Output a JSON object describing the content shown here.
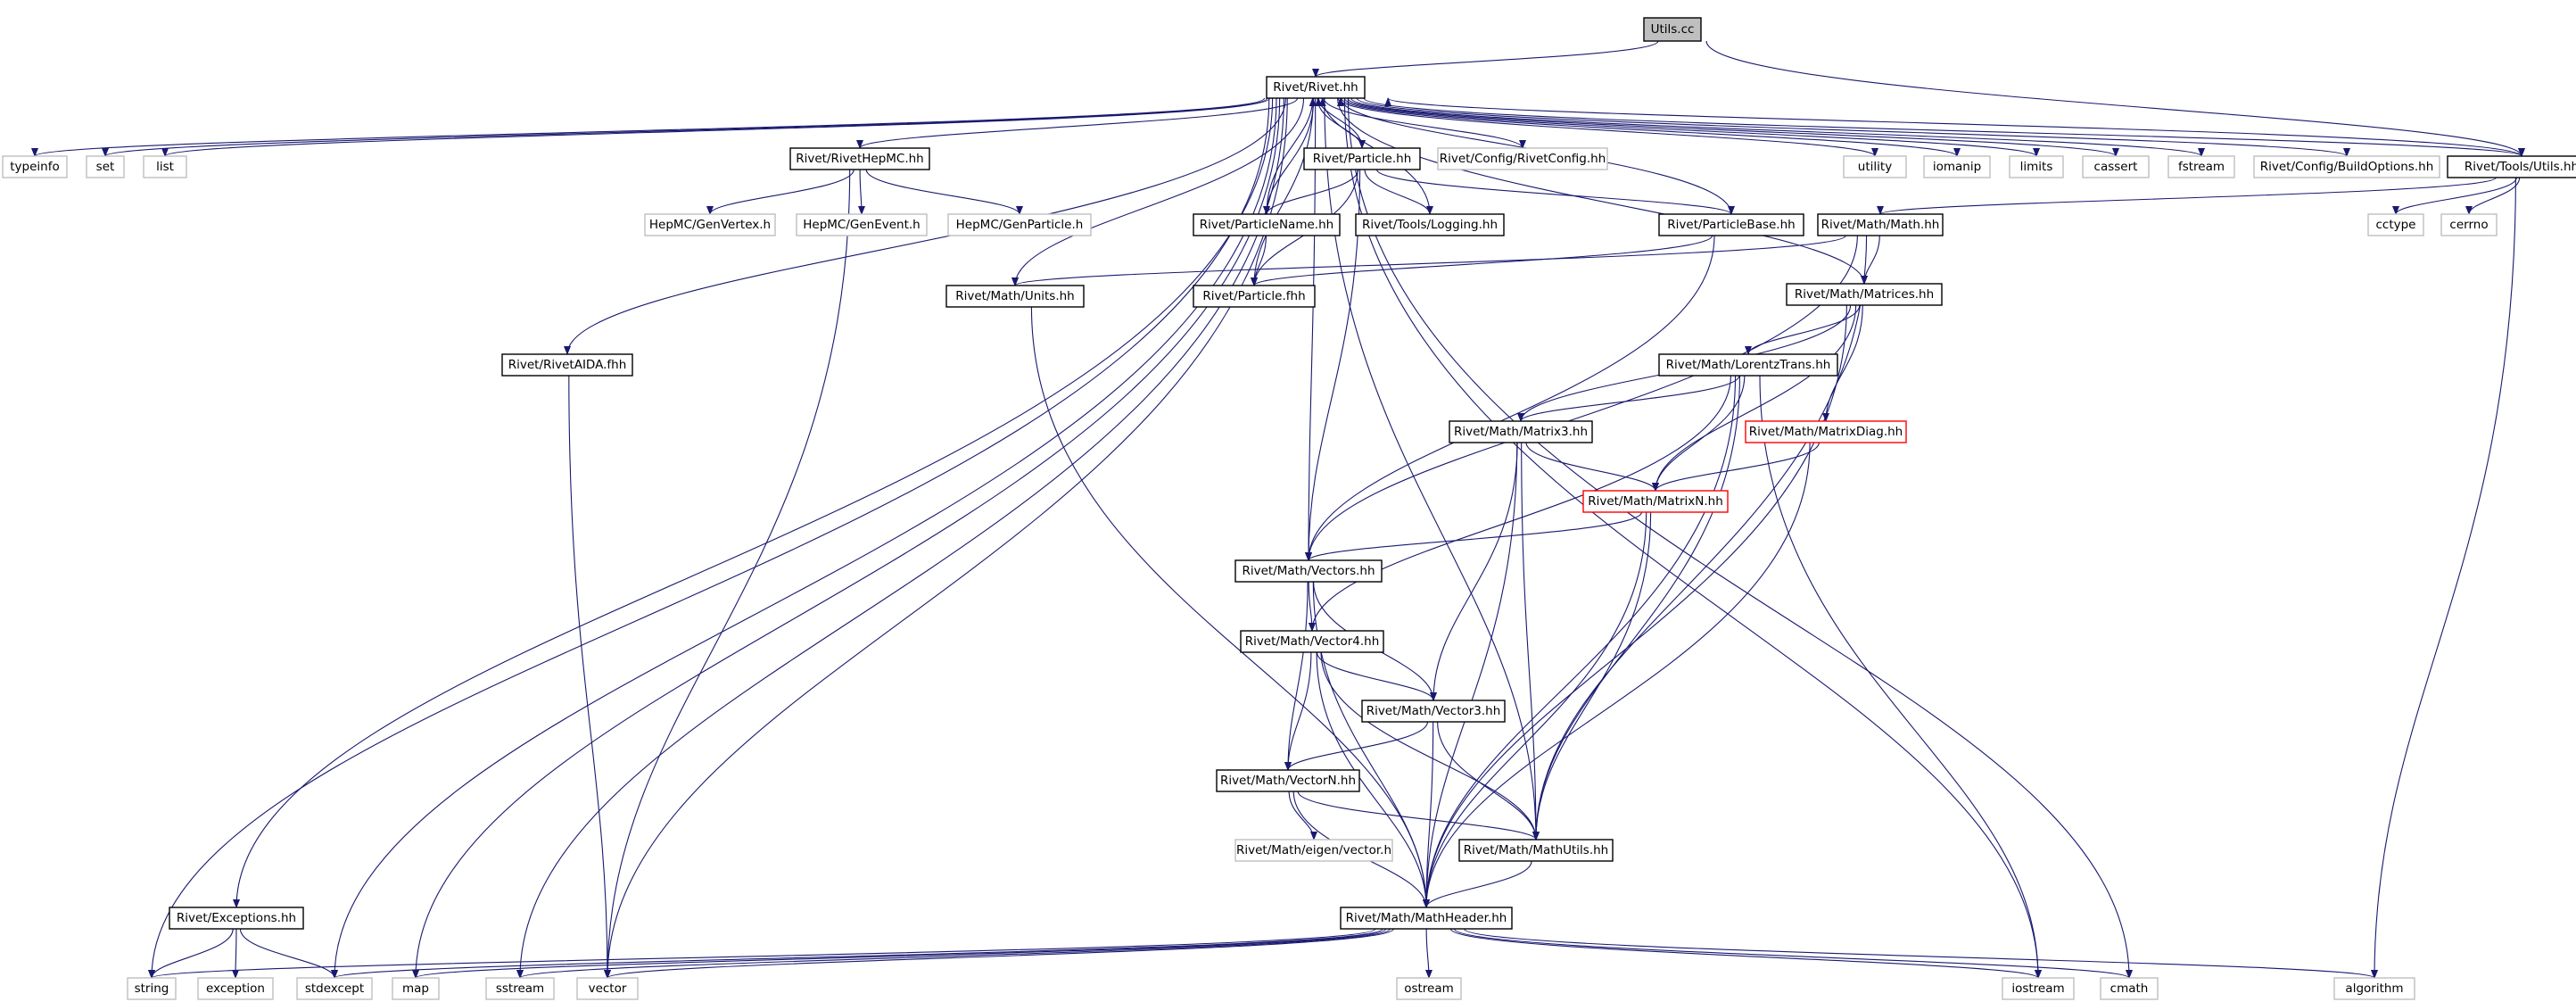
{
  "diagram": {
    "title": "Utils.cc include dependency graph",
    "nodes": [
      {
        "id": "utils_cc",
        "label": "Utils.cc",
        "style": "root"
      },
      {
        "id": "rivet_hh",
        "label": "Rivet/Rivet.hh",
        "style": "local"
      },
      {
        "id": "typeinfo",
        "label": "typeinfo",
        "style": "system"
      },
      {
        "id": "set",
        "label": "set",
        "style": "system"
      },
      {
        "id": "list",
        "label": "list",
        "style": "system"
      },
      {
        "id": "utility",
        "label": "utility",
        "style": "system"
      },
      {
        "id": "iomanip",
        "label": "iomanip",
        "style": "system"
      },
      {
        "id": "limits",
        "label": "limits",
        "style": "system"
      },
      {
        "id": "cassert",
        "label": "cassert",
        "style": "system"
      },
      {
        "id": "fstream",
        "label": "fstream",
        "style": "system"
      },
      {
        "id": "buildoptions",
        "label": "Rivet/Config/BuildOptions.hh",
        "style": "system"
      },
      {
        "id": "toolsutils",
        "label": "Rivet/Tools/Utils.hh",
        "style": "local"
      },
      {
        "id": "cctype",
        "label": "cctype",
        "style": "system"
      },
      {
        "id": "cerrno",
        "label": "cerrno",
        "style": "system"
      },
      {
        "id": "rivethepmc",
        "label": "Rivet/RivetHepMC.hh",
        "style": "local"
      },
      {
        "id": "genvertex",
        "label": "HepMC/GenVertex.h",
        "style": "system"
      },
      {
        "id": "genevent",
        "label": "HepMC/GenEvent.h",
        "style": "system"
      },
      {
        "id": "genparticle",
        "label": "HepMC/GenParticle.h",
        "style": "system"
      },
      {
        "id": "particle_hh",
        "label": "Rivet/Particle.hh",
        "style": "local"
      },
      {
        "id": "rivetconfig",
        "label": "Rivet/Config/RivetConfig.hh",
        "style": "system"
      },
      {
        "id": "particlename",
        "label": "Rivet/ParticleName.hh",
        "style": "local"
      },
      {
        "id": "logging",
        "label": "Rivet/Tools/Logging.hh",
        "style": "local"
      },
      {
        "id": "particlebase",
        "label": "Rivet/ParticleBase.hh",
        "style": "local"
      },
      {
        "id": "math_hh",
        "label": "Rivet/Math/Math.hh",
        "style": "local"
      },
      {
        "id": "units",
        "label": "Rivet/Math/Units.hh",
        "style": "local"
      },
      {
        "id": "particle_fhh",
        "label": "Rivet/Particle.fhh",
        "style": "local"
      },
      {
        "id": "matrices",
        "label": "Rivet/Math/Matrices.hh",
        "style": "local"
      },
      {
        "id": "rivetaida",
        "label": "Rivet/RivetAIDA.fhh",
        "style": "local"
      },
      {
        "id": "lorentz",
        "label": "Rivet/Math/LorentzTrans.hh",
        "style": "local"
      },
      {
        "id": "matrix3",
        "label": "Rivet/Math/Matrix3.hh",
        "style": "local"
      },
      {
        "id": "matrixdiag",
        "label": "Rivet/Math/MatrixDiag.hh",
        "style": "truncated"
      },
      {
        "id": "matrixn",
        "label": "Rivet/Math/MatrixN.hh",
        "style": "truncated"
      },
      {
        "id": "vectors",
        "label": "Rivet/Math/Vectors.hh",
        "style": "local"
      },
      {
        "id": "vector4",
        "label": "Rivet/Math/Vector4.hh",
        "style": "local"
      },
      {
        "id": "vector3",
        "label": "Rivet/Math/Vector3.hh",
        "style": "local"
      },
      {
        "id": "vectorn",
        "label": "Rivet/Math/VectorN.hh",
        "style": "local"
      },
      {
        "id": "eigenvector",
        "label": "Rivet/Math/eigen/vector.h",
        "style": "system"
      },
      {
        "id": "mathutils",
        "label": "Rivet/Math/MathUtils.hh",
        "style": "local"
      },
      {
        "id": "exceptions",
        "label": "Rivet/Exceptions.hh",
        "style": "local"
      },
      {
        "id": "mathheader",
        "label": "Rivet/Math/MathHeader.hh",
        "style": "local"
      },
      {
        "id": "string",
        "label": "string",
        "style": "system"
      },
      {
        "id": "exception",
        "label": "exception",
        "style": "system"
      },
      {
        "id": "stdexcept",
        "label": "stdexcept",
        "style": "system"
      },
      {
        "id": "map",
        "label": "map",
        "style": "system"
      },
      {
        "id": "sstream",
        "label": "sstream",
        "style": "system"
      },
      {
        "id": "vector",
        "label": "vector",
        "style": "system"
      },
      {
        "id": "ostream",
        "label": "ostream",
        "style": "system"
      },
      {
        "id": "iostream",
        "label": "iostream",
        "style": "system"
      },
      {
        "id": "cmath",
        "label": "cmath",
        "style": "system"
      },
      {
        "id": "algorithm",
        "label": "algorithm",
        "style": "system"
      }
    ],
    "edges": [
      [
        "utils_cc",
        "rivet_hh"
      ],
      [
        "utils_cc",
        "toolsutils"
      ],
      [
        "rivet_hh",
        "typeinfo"
      ],
      [
        "rivet_hh",
        "set"
      ],
      [
        "rivet_hh",
        "list"
      ],
      [
        "rivet_hh",
        "string"
      ],
      [
        "rivet_hh",
        "exceptions"
      ],
      [
        "rivet_hh",
        "stdexcept"
      ],
      [
        "rivet_hh",
        "map"
      ],
      [
        "rivet_hh",
        "sstream"
      ],
      [
        "rivet_hh",
        "vector"
      ],
      [
        "rivet_hh",
        "rivetaida"
      ],
      [
        "rivet_hh",
        "rivethepmc"
      ],
      [
        "rivet_hh",
        "units"
      ],
      [
        "rivet_hh",
        "vectors"
      ],
      [
        "rivet_hh",
        "mathutils"
      ],
      [
        "rivet_hh",
        "particlename"
      ],
      [
        "rivet_hh",
        "particle_hh"
      ],
      [
        "rivet_hh",
        "rivetconfig"
      ],
      [
        "rivet_hh",
        "particle_fhh"
      ],
      [
        "rivet_hh",
        "matrices"
      ],
      [
        "rivet_hh",
        "utility"
      ],
      [
        "rivet_hh",
        "iomanip"
      ],
      [
        "rivet_hh",
        "limits"
      ],
      [
        "rivet_hh",
        "cassert"
      ],
      [
        "rivet_hh",
        "fstream"
      ],
      [
        "rivet_hh",
        "buildoptions"
      ],
      [
        "rivet_hh",
        "toolsutils"
      ],
      [
        "rivet_hh",
        "iostream"
      ],
      [
        "rivet_hh",
        "cmath"
      ],
      [
        "toolsutils",
        "rivet_hh"
      ],
      [
        "toolsutils",
        "cctype"
      ],
      [
        "toolsutils",
        "cerrno"
      ],
      [
        "toolsutils",
        "math_hh"
      ],
      [
        "toolsutils",
        "algorithm"
      ],
      [
        "rivethepmc",
        "genvertex"
      ],
      [
        "rivethepmc",
        "genevent"
      ],
      [
        "rivethepmc",
        "genparticle"
      ],
      [
        "rivethepmc",
        "vector"
      ],
      [
        "particle_hh",
        "rivet_hh"
      ],
      [
        "particle_hh",
        "particlename"
      ],
      [
        "particle_hh",
        "logging"
      ],
      [
        "particle_hh",
        "particlebase"
      ],
      [
        "particle_hh",
        "particle_fhh"
      ],
      [
        "particle_hh",
        "vectors"
      ],
      [
        "particlename",
        "rivet_hh"
      ],
      [
        "particlename",
        "particle_fhh"
      ],
      [
        "logging",
        "rivet_hh"
      ],
      [
        "particlebase",
        "rivet_hh"
      ],
      [
        "particlebase",
        "particle_fhh"
      ],
      [
        "particlebase",
        "vectors"
      ],
      [
        "math_hh",
        "units"
      ],
      [
        "math_hh",
        "matrices"
      ],
      [
        "math_hh",
        "vectors"
      ],
      [
        "math_hh",
        "mathutils"
      ],
      [
        "units",
        "mathheader"
      ],
      [
        "matrices",
        "lorentz"
      ],
      [
        "matrices",
        "matrix3"
      ],
      [
        "matrices",
        "matrixdiag"
      ],
      [
        "matrices",
        "matrixn"
      ],
      [
        "matrices",
        "mathheader"
      ],
      [
        "rivetaida",
        "vector"
      ],
      [
        "lorentz",
        "matrix3"
      ],
      [
        "lorentz",
        "matrixn"
      ],
      [
        "lorentz",
        "vector4"
      ],
      [
        "lorentz",
        "mathutils"
      ],
      [
        "lorentz",
        "mathheader"
      ],
      [
        "lorentz",
        "iostream"
      ],
      [
        "matrix3",
        "matrixn"
      ],
      [
        "matrix3",
        "vector3"
      ],
      [
        "matrix3",
        "mathutils"
      ],
      [
        "matrix3",
        "mathheader"
      ],
      [
        "matrixdiag",
        "matrixn"
      ],
      [
        "matrixdiag",
        "mathheader"
      ],
      [
        "matrixn",
        "vectors"
      ],
      [
        "matrixn",
        "mathutils"
      ],
      [
        "matrixn",
        "mathheader"
      ],
      [
        "vectors",
        "vector4"
      ],
      [
        "vectors",
        "vector3"
      ],
      [
        "vectors",
        "vectorn"
      ],
      [
        "vectors",
        "mathheader"
      ],
      [
        "vector4",
        "vector3"
      ],
      [
        "vector4",
        "vectorn"
      ],
      [
        "vector4",
        "mathutils"
      ],
      [
        "vector4",
        "mathheader"
      ],
      [
        "vector3",
        "vectorn"
      ],
      [
        "vector3",
        "mathutils"
      ],
      [
        "vector3",
        "mathheader"
      ],
      [
        "vectorn",
        "eigenvector"
      ],
      [
        "vectorn",
        "mathutils"
      ],
      [
        "vectorn",
        "mathheader"
      ],
      [
        "mathutils",
        "mathheader"
      ],
      [
        "exceptions",
        "string"
      ],
      [
        "exceptions",
        "exception"
      ],
      [
        "exceptions",
        "stdexcept"
      ],
      [
        "mathheader",
        "string"
      ],
      [
        "mathheader",
        "stdexcept"
      ],
      [
        "mathheader",
        "map"
      ],
      [
        "mathheader",
        "sstream"
      ],
      [
        "mathheader",
        "vector"
      ],
      [
        "mathheader",
        "ostream"
      ],
      [
        "mathheader",
        "iostream"
      ],
      [
        "mathheader",
        "cmath"
      ],
      [
        "mathheader",
        "algorithm"
      ]
    ],
    "colors": {
      "edge": "#191970",
      "root_fill": "#bfbfbf",
      "local_border": "#000000",
      "system_border": "#bfbfbf",
      "truncated_border": "#ff0000",
      "text": "#000000"
    }
  }
}
